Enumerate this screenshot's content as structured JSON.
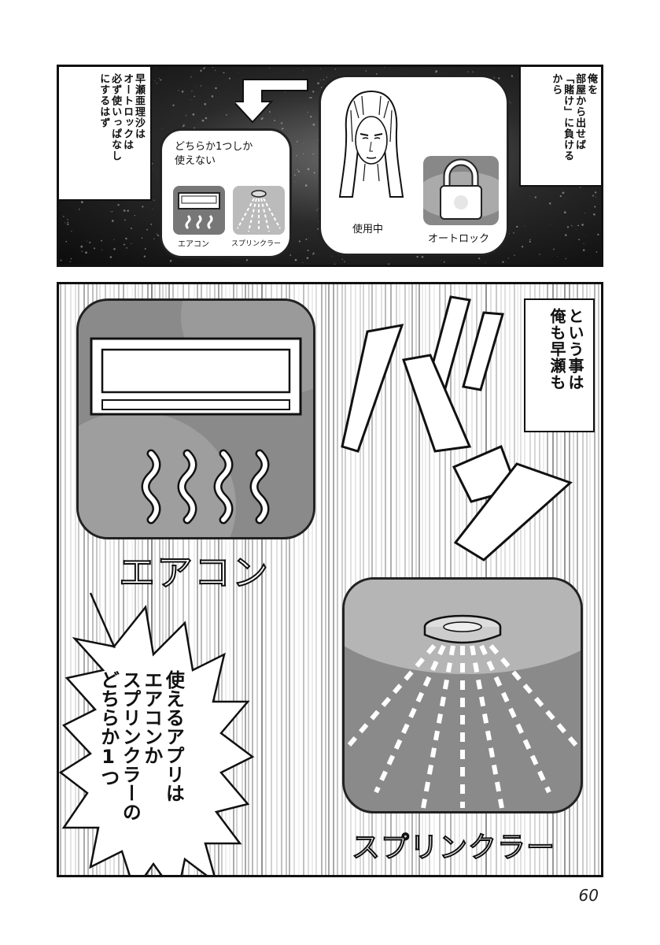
{
  "page": {
    "number": "60"
  },
  "panel_top": {
    "caption_left": "早瀬亜理沙は\nオートロックは\n必ず使いっぱなし\nにするはず",
    "caption_right": "俺を\n部屋から出せば\n「賭け」に負ける\nから",
    "choice_box_title": "どちらか1つしか\n使えない",
    "app_aircon_label": "エアコン",
    "app_sprinkler_label": "スプリンクラー",
    "status_in_use": "使用中",
    "app_autolock_label": "オートロック"
  },
  "panel_bottom": {
    "caption_right": "という事は\n俺も早瀬も",
    "sfx": "バン",
    "app_aircon_label": "エアコン",
    "app_sprinkler_label": "スプリンクラー",
    "speech_bubble": "使えるアプリは\nエアコンか\nスプリンクラーの\nどちらか1つ"
  }
}
